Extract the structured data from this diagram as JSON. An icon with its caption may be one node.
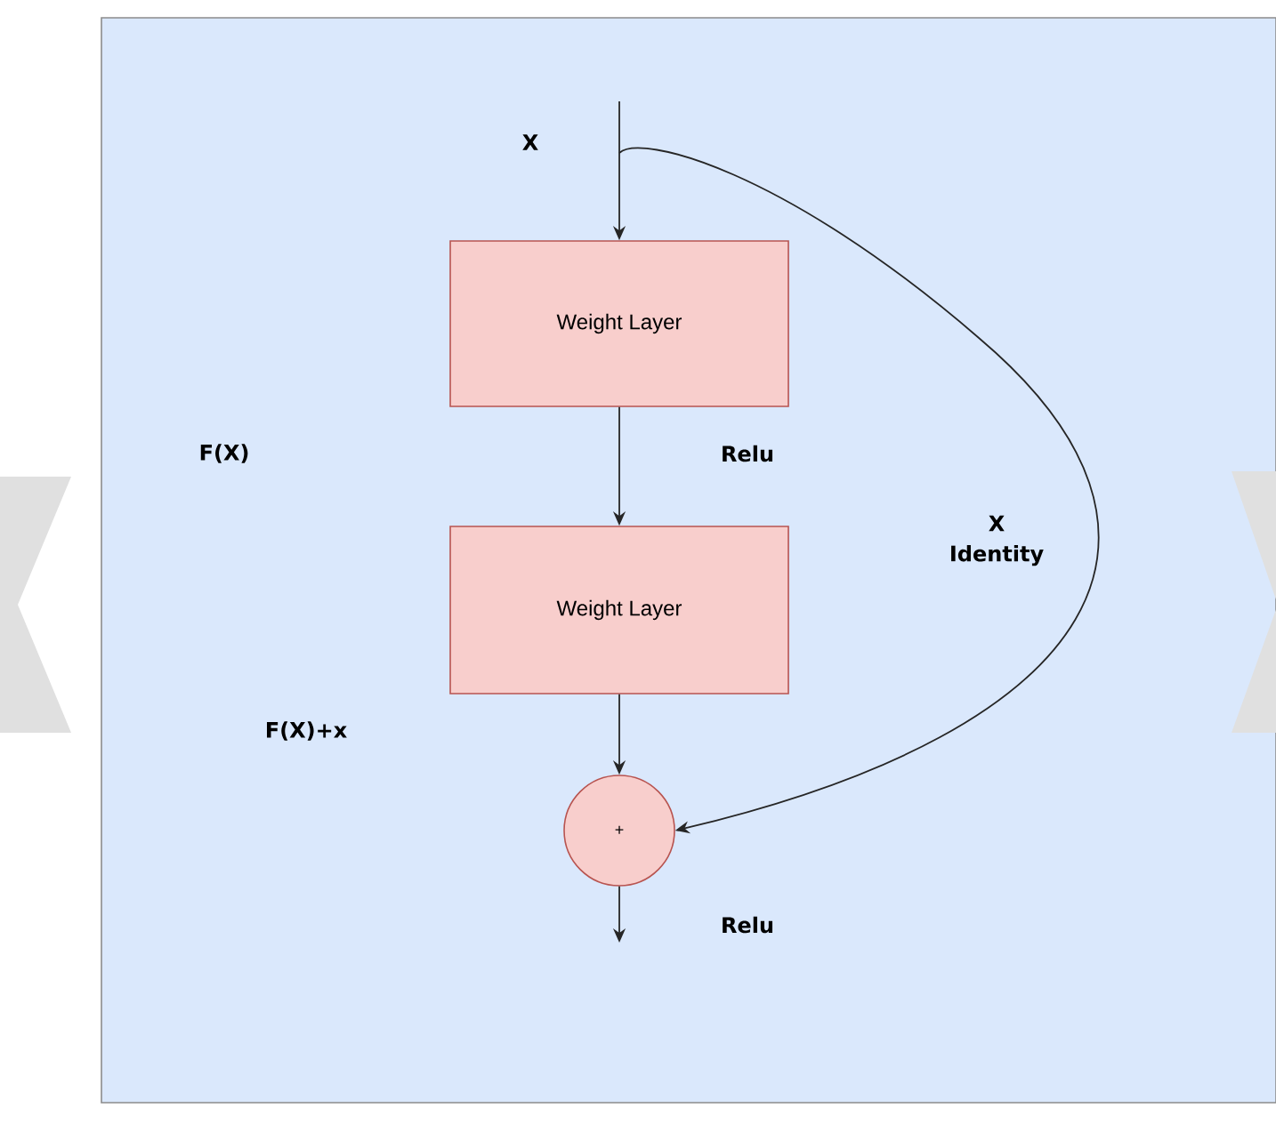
{
  "diagram": {
    "nodes": [
      {
        "text": [
          "Weight Layer"
        ]
      },
      {
        "text": [
          "Weight Layer"
        ]
      },
      {
        "text": [
          "+"
        ]
      }
    ],
    "edges": [
      {
        "from": null,
        "to": 0,
        "arrow": "to"
      },
      {
        "from": 0,
        "to": 1,
        "arrow": "to"
      },
      {
        "from": 1,
        "to": 2,
        "arrow": "to"
      },
      {
        "from": 2,
        "to": null,
        "arrow": "to"
      },
      {
        "from": null,
        "to": 2,
        "arrow": "to",
        "label": "X Identity"
      }
    ],
    "labels": [
      "X",
      "F(X)",
      "Relu",
      "F(X)+x",
      "Relu"
    ]
  }
}
